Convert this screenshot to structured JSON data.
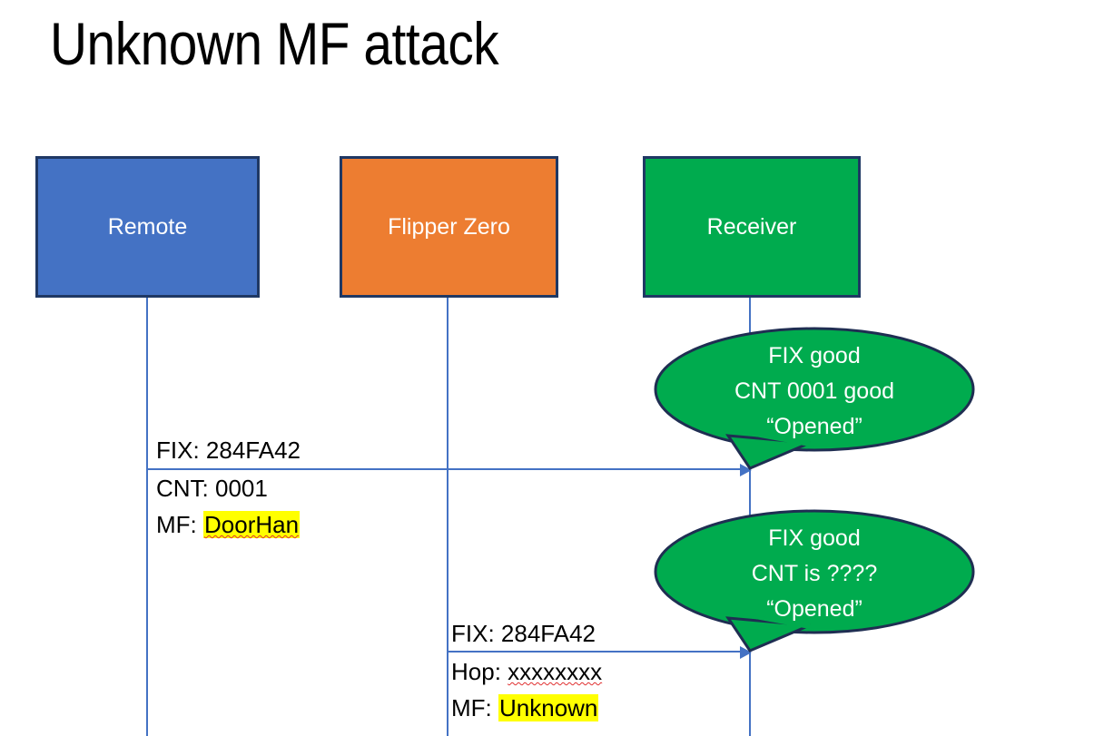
{
  "slide": {
    "title": "Unknown MF attack",
    "background_color": "#FFFFFF"
  },
  "colors": {
    "remote_fill": "#4472C4",
    "flipper_fill": "#ED7D31",
    "receiver_fill": "#00AB4E",
    "box_border": "#1F3864",
    "lifeline": "#4472C4",
    "arrow": "#4472C4",
    "callout_fill": "#00AB4E",
    "callout_border": "#1F2E52",
    "highlight": "#FFFF00",
    "spellcheck_underline": "#E03030",
    "text_on_fill": "#FFFFFF",
    "body_text": "#000000"
  },
  "actors": [
    {
      "id": "remote",
      "label": "Remote"
    },
    {
      "id": "flipper",
      "label": "Flipper Zero"
    },
    {
      "id": "receiver",
      "label": "Receiver"
    }
  ],
  "messages": [
    {
      "id": "msg-1",
      "from": "remote",
      "to": "receiver",
      "line_above": "FIX: 284FA42",
      "lines_below": [
        {
          "prefix": "CNT: ",
          "value": "0001",
          "highlight": false,
          "spellcheck": false
        },
        {
          "prefix": "MF: ",
          "value": "DoorHan",
          "highlight": true,
          "spellcheck": true
        }
      ]
    },
    {
      "id": "msg-2",
      "from": "flipper",
      "to": "receiver",
      "line_above": "FIX: 284FA42",
      "lines_below": [
        {
          "prefix": "Hop: ",
          "value": "xxxxxxxx",
          "highlight": false,
          "spellcheck": true
        },
        {
          "prefix": "MF: ",
          "value": "Unknown",
          "highlight": true,
          "spellcheck": false
        }
      ]
    }
  ],
  "callouts": [
    {
      "id": "callout-1",
      "lines": [
        "FIX good",
        "CNT 0001 good",
        "“Opened”"
      ]
    },
    {
      "id": "callout-2",
      "lines": [
        "FIX good",
        "CNT is ????",
        "“Opened”"
      ]
    }
  ]
}
